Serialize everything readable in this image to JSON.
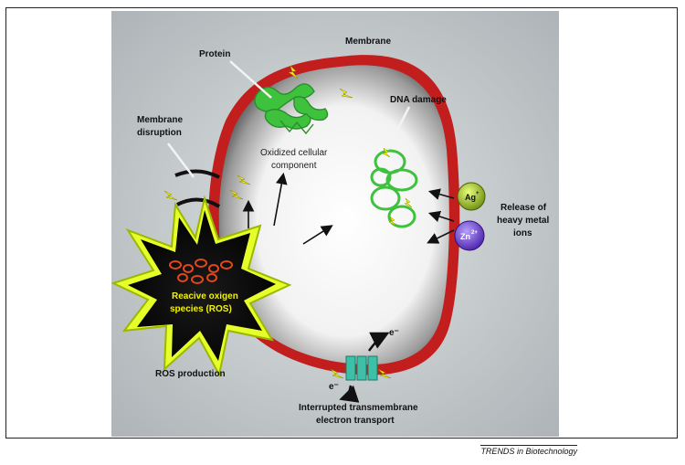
{
  "labels": {
    "membrane": "Membrane",
    "protein": "Protein",
    "dna_damage": "DNA damage",
    "membrane_disruption": [
      "Membrane",
      "disruption"
    ],
    "oxidized_component": [
      "Oxidized cellular",
      "component"
    ],
    "ros": [
      "Reacive oxigen",
      "species (ROS)"
    ],
    "ros_production": "ROS production",
    "release_heavy_metal": [
      "Release of",
      "heavy metal",
      "ions"
    ],
    "electron_transport": [
      "Interrupted transmembrane",
      "electron transport"
    ],
    "electron_top": "e⁻",
    "electron_bottom": "e⁻"
  },
  "ions": {
    "silver": {
      "symbol": "Ag",
      "charge": "+"
    },
    "zinc": {
      "symbol": "Zn",
      "charge": "2+"
    }
  },
  "footer": "TRENDS in Biotechnology",
  "colors": {
    "background_panel": "#c9ced0",
    "membrane": "#c21e1e",
    "ros_glow": "#e6ff2a",
    "protein_green": "#3ec23e",
    "silver_ion": "#8fb21a",
    "zinc_ion": "#6a33cc",
    "channel": "#3dbfa8"
  }
}
